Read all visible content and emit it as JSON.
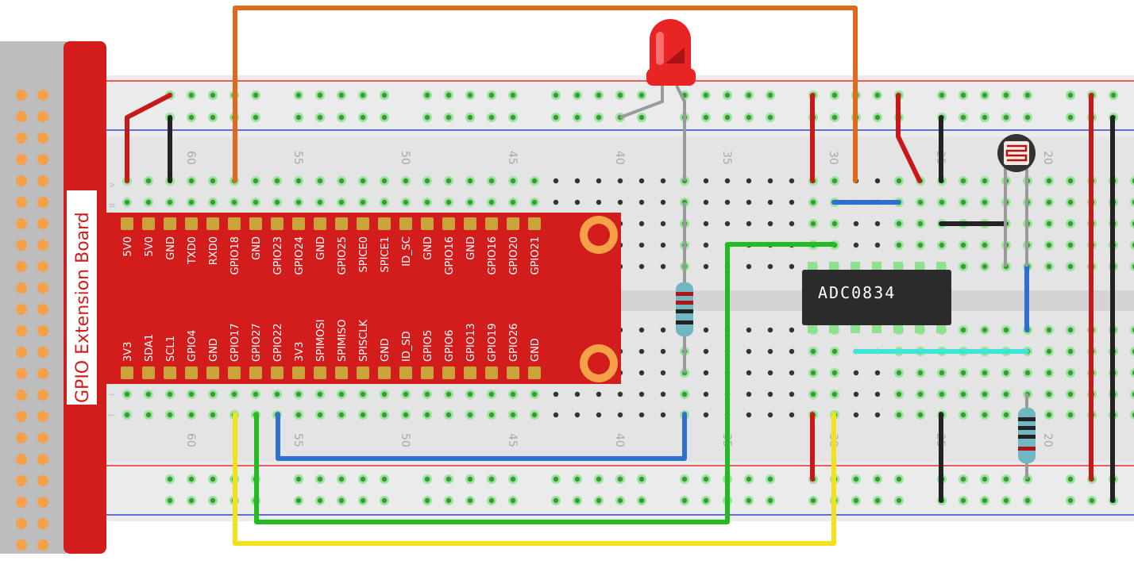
{
  "board": {
    "title": "GPIO Extension Board",
    "top_pins": [
      "5V0",
      "5V0",
      "GND",
      "TXD0",
      "RXD0",
      "GPIO18",
      "GND",
      "GPIO23",
      "GPIO24",
      "GND",
      "GPIO25",
      "SPICE0",
      "SPICE1",
      "ID_SC",
      "GND",
      "GPIO16",
      "GND",
      "GPIO16",
      "GPIO20",
      "GPIO21"
    ],
    "bottom_pins": [
      "3V3",
      "SDA1",
      "SCL1",
      "GPIO4",
      "GND",
      "GPIO17",
      "GPIO27",
      "GPIO22",
      "3V3",
      "SPIMOSI",
      "SPIMISO",
      "SPISCLK",
      "GND",
      "ID_SD",
      "GPIO5",
      "GPIO6",
      "GPIO13",
      "GPIO19",
      "GPIO26",
      "GND"
    ]
  },
  "breadboard": {
    "top_numbers": [
      "60",
      "55",
      "50",
      "45",
      "40",
      "35",
      "30",
      "25",
      "20"
    ],
    "bottom_numbers": [
      "60",
      "55",
      "50",
      "45",
      "40",
      "35",
      "30",
      "25",
      "20"
    ],
    "row_letters_top": [
      "A",
      "B"
    ],
    "row_letters_bottom": [
      "I",
      "J"
    ]
  },
  "chip": {
    "label": "ADC0834"
  },
  "colors": {
    "board_red": "#d31c1c",
    "rail_red": "#e53030",
    "rail_blue": "#3344cc",
    "wire_orange": "#e06a1c",
    "wire_red": "#c81818",
    "wire_black": "#222222",
    "wire_blue": "#2f6fcf",
    "wire_green": "#22bb22",
    "wire_yellow": "#f2e21a",
    "wire_cyan": "#3ee6d8",
    "hole_green": "#4cc24c",
    "hole_dark": "#333333",
    "pin_gold": "#c9a43a",
    "header_orange": "#f7a04a"
  }
}
